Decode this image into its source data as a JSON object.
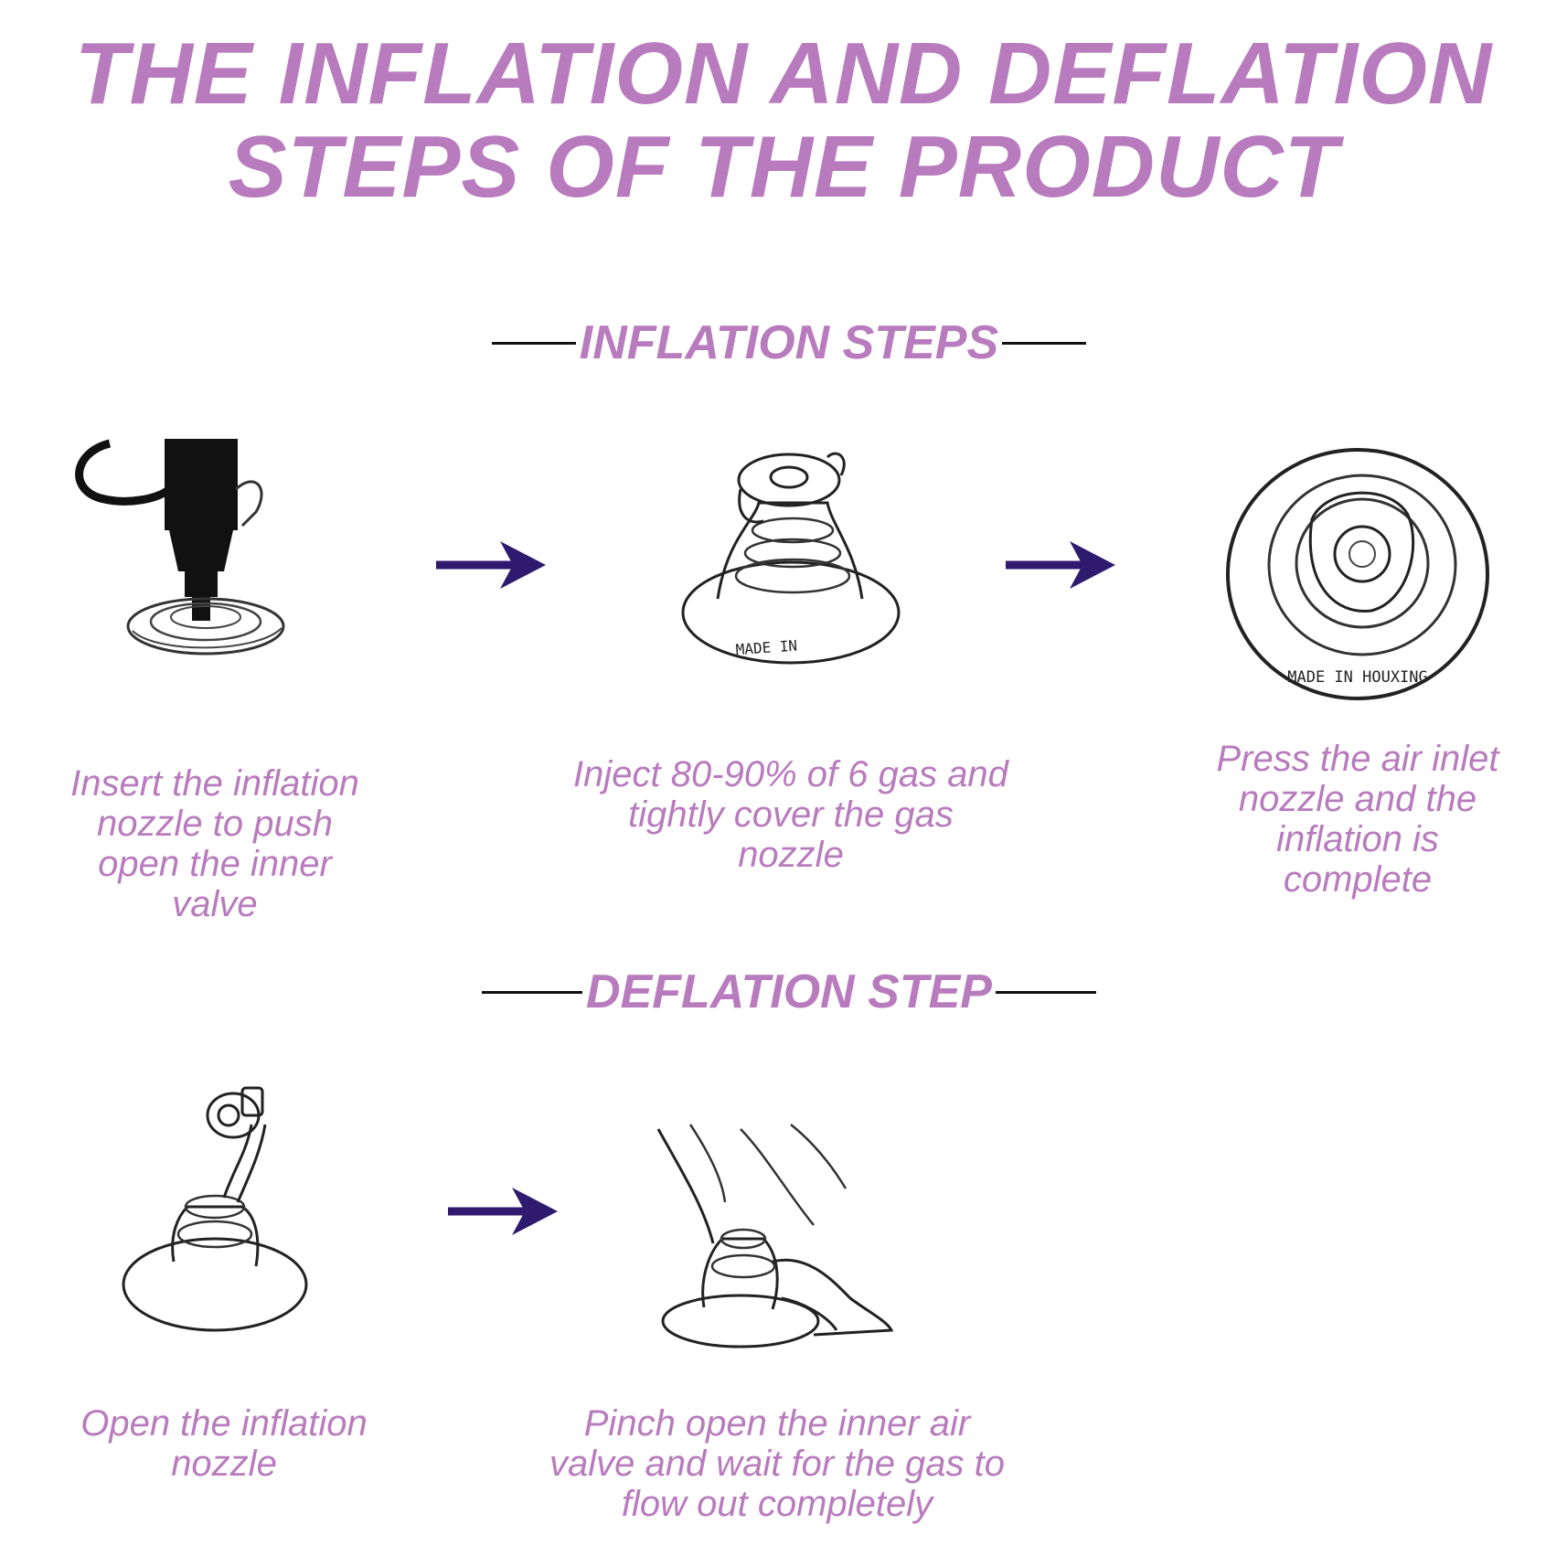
{
  "title": {
    "line1": "THE INFLATION AND DEFLATION",
    "line2": "STEPS OF THE PRODUCT"
  },
  "inflation": {
    "heading": "INFLATION STEPS",
    "steps": [
      {
        "caption": "Insert the inflation nozzle to push open the inner valve",
        "illustration": "pump-nozzle-inserted"
      },
      {
        "caption": "Inject 80-90% of 6 gas and tightly cover the gas nozzle",
        "illustration": "valve-covered",
        "stamp": "MADE IN"
      },
      {
        "caption": "Press the air inlet nozzle and the inflation is complete",
        "illustration": "valve-top-view",
        "stamp": "MADE IN HOUXING"
      }
    ]
  },
  "deflation": {
    "heading": "DEFLATION STEP",
    "steps": [
      {
        "caption": "Open the inflation nozzle",
        "illustration": "valve-cap-open"
      },
      {
        "caption": "Pinch open the inner air valve and wait for the gas to flow out completely",
        "illustration": "fingers-pinch-valve"
      }
    ]
  },
  "colors": {
    "accent": "#b87bbd",
    "arrow": "#2e1a6e",
    "rule": "#111111"
  },
  "icons": [
    "arrow-right-icon",
    "arrow-right-icon",
    "arrow-right-icon"
  ]
}
